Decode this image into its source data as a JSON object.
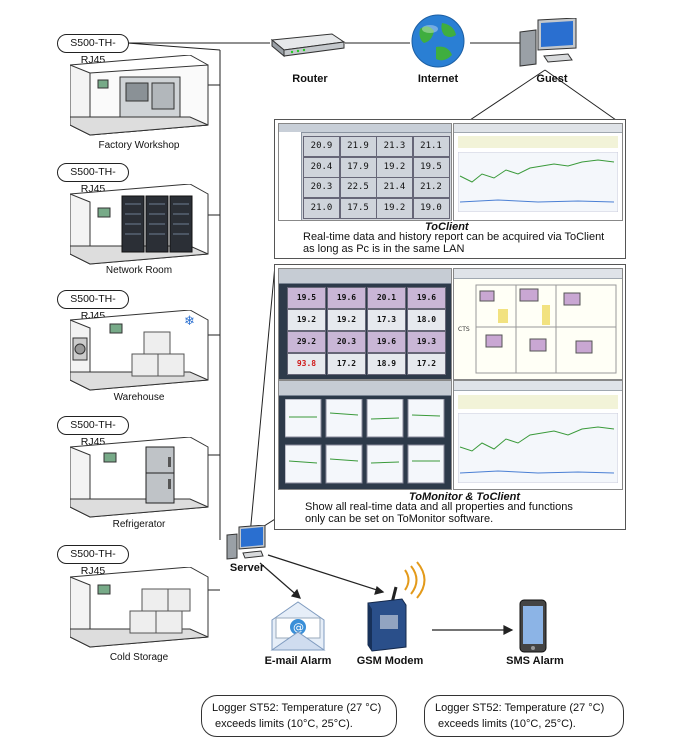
{
  "loggers": [
    {
      "tag": "S500-TH-RJ45",
      "room": "Factory Workshop"
    },
    {
      "tag": "S500-TH-RJ45",
      "room": "Network Room"
    },
    {
      "tag": "S500-TH-RJ45",
      "room": "Warehouse"
    },
    {
      "tag": "S500-TH-RJ45",
      "room": "Refrigerator"
    },
    {
      "tag": "S500-TH-RJ45",
      "room": "Cold Storage"
    }
  ],
  "network": {
    "router": "Router",
    "internet": "Internet",
    "guest": "Guest",
    "server": "Server",
    "email": "E-mail Alarm",
    "gsm": "GSM Modem",
    "sms": "SMS Alarm"
  },
  "toclient": {
    "title": "ToClient",
    "line1": "Real-time data and history report can be acquired via ToClient",
    "line2": "as long as Pc is in the same LAN",
    "readings": [
      [
        "20.9",
        "21.9",
        "21.3",
        "21.1"
      ],
      [
        "20.4",
        "17.9",
        "19.2",
        "19.5"
      ],
      [
        "20.3",
        "22.5",
        "21.4",
        "21.2"
      ],
      [
        "21.0",
        "17.5",
        "19.2",
        "19.0"
      ]
    ]
  },
  "tomonitor": {
    "title": "ToMonitor & ToClient",
    "line1": "Show all real-time data and all properties and functions",
    "line2": "only can be set on ToMonitor software.",
    "readings": [
      [
        "19.5",
        "19.6",
        "20.1",
        "19.6"
      ],
      [
        "19.2",
        "19.2",
        "17.3",
        "18.0"
      ],
      [
        "29.2",
        "20.3",
        "19.6",
        "19.3"
      ],
      [
        "93.8",
        "17.2",
        "18.9",
        "17.2"
      ]
    ]
  },
  "alarms": {
    "email_msg_line1": "Logger ST52:  Temperature (27 °C)",
    "email_msg_line2": "exceeds limits (10°C, 25°C).",
    "sms_msg_line1": "Logger ST52:  Temperature (27 °C)",
    "sms_msg_line2": "exceeds limits (10°C, 25°C)."
  },
  "colors": {
    "globe": "#2a7fd4",
    "email": "#3a8fd8",
    "modem": "#2a4f8a",
    "screen": "#1f3d6b"
  }
}
